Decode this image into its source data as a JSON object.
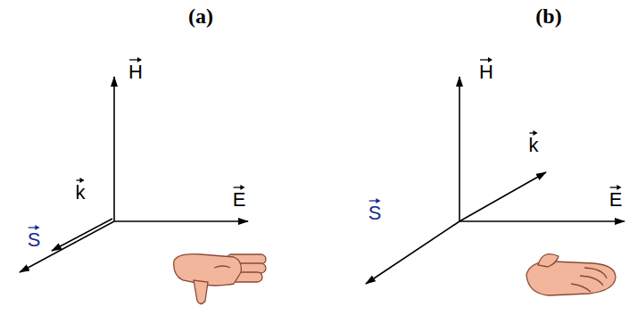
{
  "diagram": {
    "labels": [
      "(a)",
      "H",
      "k",
      "E",
      "S",
      "(b)",
      "H",
      "k",
      "E",
      "S"
    ]
  }
}
